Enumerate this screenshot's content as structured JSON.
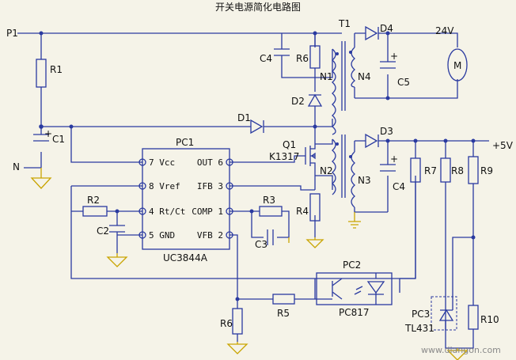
{
  "title": "开关电源简化电路图",
  "net_labels": {
    "p1": "P1",
    "n": "N",
    "v24": "24V",
    "v5": "+5V",
    "motor": "M"
  },
  "transformer": {
    "name": "T1",
    "windings": [
      "N1",
      "N2",
      "N3",
      "N4"
    ]
  },
  "ic": {
    "part": "PC1",
    "model": "UC3844A",
    "pins_left": [
      "7 Vcc",
      "8 Vref",
      "4 Rt/Ct",
      "5 GND"
    ],
    "pins_right": [
      "OUT 6",
      "IFB 3",
      "COMP 1",
      "VFB 2"
    ]
  },
  "optocoupler": {
    "part": "PC2",
    "model": "PC817"
  },
  "regulator": {
    "part": "PC3",
    "model": "TL431"
  },
  "mosfet": {
    "part": "Q1",
    "model": "K1317"
  },
  "resistors": [
    "R1",
    "R2",
    "R3",
    "R4",
    "R5",
    "R6",
    "R6",
    "R7",
    "R8",
    "R9",
    "R10"
  ],
  "capacitors": [
    "C1",
    "C2",
    "C3",
    "C4",
    "C4",
    "C5"
  ],
  "diodes": [
    "D1",
    "D2",
    "D3",
    "D4"
  ],
  "watermark": "www.diangon.com",
  "colors": {
    "wire": "#2a3aa0",
    "ground": "#c9a400",
    "background": "#f5f3e8"
  }
}
